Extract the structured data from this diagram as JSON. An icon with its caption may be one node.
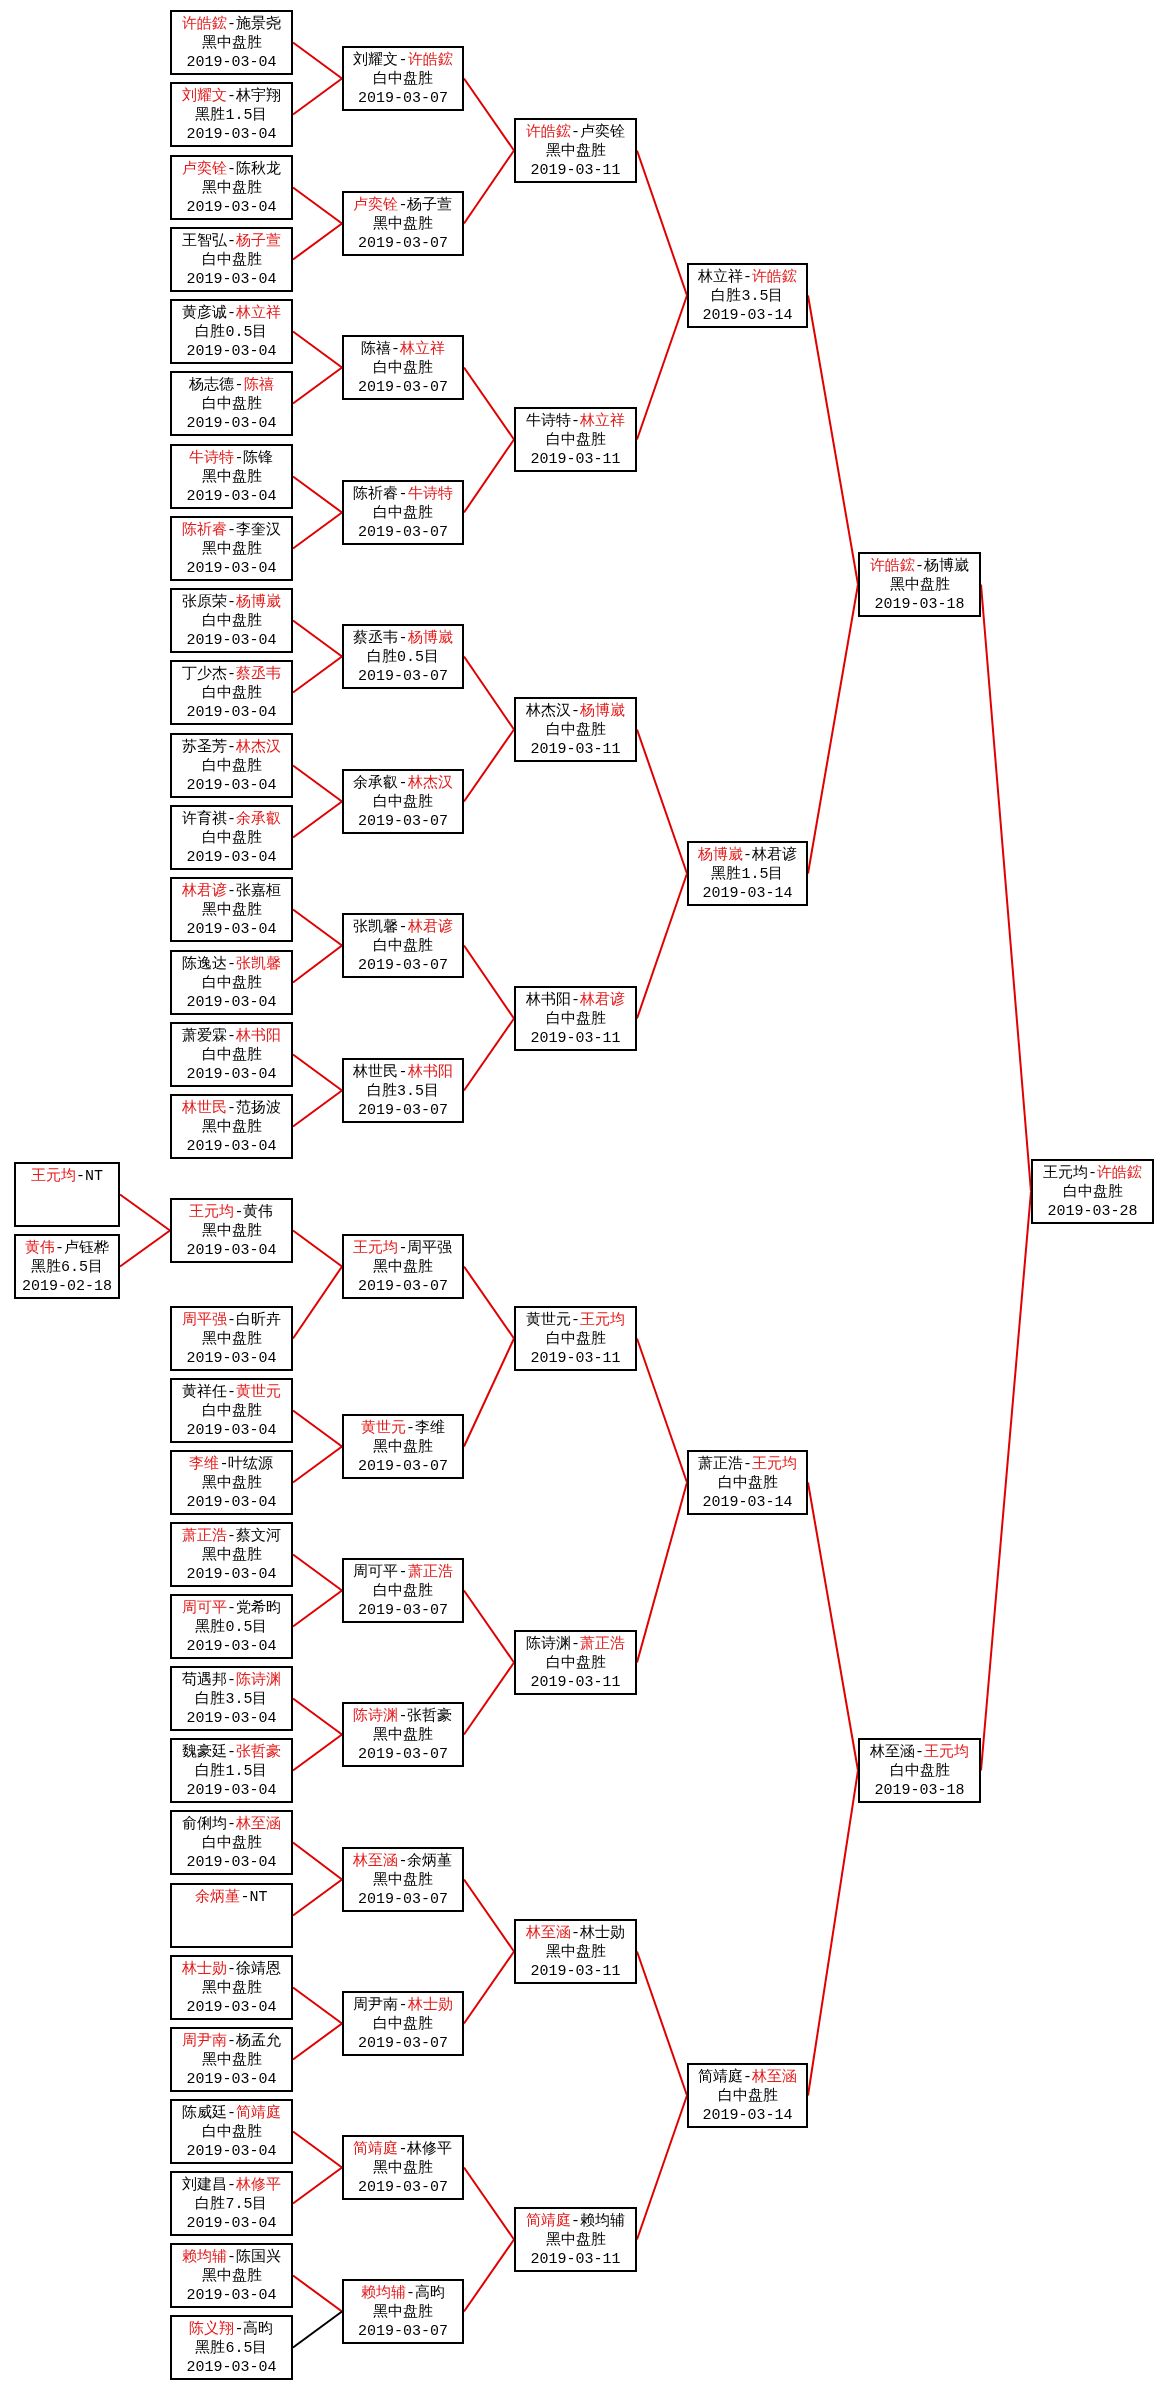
{
  "diagram": {
    "nodes": [
      {
        "text": [
          "**王元均**-NT"
        ]
      },
      {
        "text": [
          "**黄伟**-卢钰桦",
          "黑胜6.5目",
          "2019-02-18"
        ]
      },
      {
        "text": [
          "**许皓鋐**-施景尧",
          "黑中盘胜",
          "2019-03-04"
        ]
      },
      {
        "text": [
          "**刘耀文**-林宇翔",
          "黑胜1.5目",
          "2019-03-04"
        ]
      },
      {
        "text": [
          "**卢奕铨**-陈秋龙",
          "黑中盘胜",
          "2019-03-04"
        ]
      },
      {
        "text": [
          "王智弘-**杨子萱**",
          "白中盘胜",
          "2019-03-04"
        ]
      },
      {
        "text": [
          "黄彦诚-**林立祥**",
          "白胜0.5目",
          "2019-03-04"
        ]
      },
      {
        "text": [
          "杨志德-**陈禧**",
          "白中盘胜",
          "2019-03-04"
        ]
      },
      {
        "text": [
          "**牛诗特**-陈锋",
          "黑中盘胜",
          "2019-03-04"
        ]
      },
      {
        "text": [
          "**陈祈睿**-李奎汉",
          "黑中盘胜",
          "2019-03-04"
        ]
      },
      {
        "text": [
          "张原荣-**杨博崴**",
          "白中盘胜",
          "2019-03-04"
        ]
      },
      {
        "text": [
          "丁少杰-**蔡丞韦**",
          "白中盘胜",
          "2019-03-04"
        ]
      },
      {
        "text": [
          "苏圣芳-**林杰汉**",
          "白中盘胜",
          "2019-03-04"
        ]
      },
      {
        "text": [
          "许育祺-**余承叡**",
          "白中盘胜",
          "2019-03-04"
        ]
      },
      {
        "text": [
          "**林君谚**-张嘉桓",
          "黑中盘胜",
          "2019-03-04"
        ]
      },
      {
        "text": [
          "陈逸达-**张凯馨**",
          "白中盘胜",
          "2019-03-04"
        ]
      },
      {
        "text": [
          "萧爱霖-**林书阳**",
          "白中盘胜",
          "2019-03-04"
        ]
      },
      {
        "text": [
          "**林世民**-范扬波",
          "黑中盘胜",
          "2019-03-04"
        ]
      },
      {
        "text": [
          "**王元均**-黄伟",
          "黑中盘胜",
          "2019-03-04"
        ]
      },
      {
        "text": [
          "**周平强**-白昕卉",
          "黑中盘胜",
          "2019-03-04"
        ]
      },
      {
        "text": [
          "黄祥任-**黄世元**",
          "白中盘胜",
          "2019-03-04"
        ]
      },
      {
        "text": [
          "**李维**-叶纮源",
          "黑中盘胜",
          "2019-03-04"
        ]
      },
      {
        "text": [
          "**萧正浩**-蔡文河",
          "黑中盘胜",
          "2019-03-04"
        ]
      },
      {
        "text": [
          "**周可平**-党希昀",
          "黑胜0.5目",
          "2019-03-04"
        ]
      },
      {
        "text": [
          "苟遇邦-**陈诗渊**",
          "白胜3.5目",
          "2019-03-04"
        ]
      },
      {
        "text": [
          "魏豪廷-**张哲豪**",
          "白胜1.5目",
          "2019-03-04"
        ]
      },
      {
        "text": [
          "俞俐均-**林至涵**",
          "白中盘胜",
          "2019-03-04"
        ]
      },
      {
        "text": [
          "**余炳堇**-NT"
        ]
      },
      {
        "text": [
          "**林士勋**-徐靖恩",
          "黑中盘胜",
          "2019-03-04"
        ]
      },
      {
        "text": [
          "**周尹南**-杨孟允",
          "黑中盘胜",
          "2019-03-04"
        ]
      },
      {
        "text": [
          "陈威廷-**简靖庭**",
          "白中盘胜",
          "2019-03-04"
        ]
      },
      {
        "text": [
          "刘建昌-**林修平**",
          "白胜7.5目",
          "2019-03-04"
        ]
      },
      {
        "text": [
          "**赖均辅**-陈国兴",
          "黑中盘胜",
          "2019-03-04"
        ]
      },
      {
        "text": [
          "**陈义翔**-高昀",
          "黑胜6.5目",
          "2019-03-04"
        ]
      },
      {
        "text": [
          "刘耀文-**许皓鋐**",
          "白中盘胜",
          "2019-03-07"
        ]
      },
      {
        "text": [
          "**卢奕铨**-杨子萱",
          "黑中盘胜",
          "2019-03-07"
        ]
      },
      {
        "text": [
          "陈禧-**林立祥**",
          "白中盘胜",
          "2019-03-07"
        ]
      },
      {
        "text": [
          "陈祈睿-**牛诗特**",
          "白中盘胜",
          "2019-03-07"
        ]
      },
      {
        "text": [
          "蔡丞韦-**杨博崴**",
          "白胜0.5目",
          "2019-03-07"
        ]
      },
      {
        "text": [
          "余承叡-**林杰汉**",
          "白中盘胜",
          "2019-03-07"
        ]
      },
      {
        "text": [
          "张凯馨-**林君谚**",
          "白中盘胜",
          "2019-03-07"
        ]
      },
      {
        "text": [
          "林世民-**林书阳**",
          "白胜3.5目",
          "2019-03-07"
        ]
      },
      {
        "text": [
          "**王元均**-周平强",
          "黑中盘胜",
          "2019-03-07"
        ]
      },
      {
        "text": [
          "**黄世元**-李维",
          "黑中盘胜",
          "2019-03-07"
        ]
      },
      {
        "text": [
          "周可平-**萧正浩**",
          "白中盘胜",
          "2019-03-07"
        ]
      },
      {
        "text": [
          "**陈诗渊**-张哲豪",
          "黑中盘胜",
          "2019-03-07"
        ]
      },
      {
        "text": [
          "**林至涵**-余炳堇",
          "黑中盘胜",
          "2019-03-07"
        ]
      },
      {
        "text": [
          "周尹南-**林士勋**",
          "白中盘胜",
          "2019-03-07"
        ]
      },
      {
        "text": [
          "**简靖庭**-林修平",
          "黑中盘胜",
          "2019-03-07"
        ]
      },
      {
        "text": [
          "**赖均辅**-高昀",
          "黑中盘胜",
          "2019-03-07"
        ]
      },
      {
        "text": [
          "**许皓鋐**-卢奕铨",
          "黑中盘胜",
          "2019-03-11"
        ]
      },
      {
        "text": [
          "牛诗特-**林立祥**",
          "白中盘胜",
          "2019-03-11"
        ]
      },
      {
        "text": [
          "林杰汉-**杨博崴**",
          "白中盘胜",
          "2019-03-11"
        ]
      },
      {
        "text": [
          "林书阳-**林君谚**",
          "白中盘胜",
          "2019-03-11"
        ]
      },
      {
        "text": [
          "黄世元-**王元均**",
          "白中盘胜",
          "2019-03-11"
        ]
      },
      {
        "text": [
          "陈诗渊-**萧正浩**",
          "白中盘胜",
          "2019-03-11"
        ]
      },
      {
        "text": [
          "**林至涵**-林士勋",
          "黑中盘胜",
          "2019-03-11"
        ]
      },
      {
        "text": [
          "**简靖庭**-赖均辅",
          "黑中盘胜",
          "2019-03-11"
        ]
      },
      {
        "text": [
          "林立祥-**许皓鋐**",
          "白胜3.5目",
          "2019-03-14"
        ]
      },
      {
        "text": [
          "**杨博崴**-林君谚",
          "黑胜1.5目",
          "2019-03-14"
        ]
      },
      {
        "text": [
          "萧正浩-**王元均**",
          "白中盘胜",
          "2019-03-14"
        ]
      },
      {
        "text": [
          "简靖庭-**林至涵**",
          "白中盘胜",
          "2019-03-14"
        ]
      },
      {
        "text": [
          "**许皓鋐**-杨博崴",
          "黑中盘胜",
          "2019-03-18"
        ]
      },
      {
        "text": [
          "林至涵-**王元均**",
          "白中盘胜",
          "2019-03-18"
        ]
      },
      {
        "text": [
          "王元均-**许皓鋐**",
          "白中盘胜",
          "2019-03-28"
        ]
      }
    ],
    "edges": [
      {
        "from": 0,
        "to": 18,
        "arrow": "none"
      },
      {
        "from": 1,
        "to": 18,
        "arrow": "none"
      },
      {
        "from": 2,
        "to": 34,
        "arrow": "none"
      },
      {
        "from": 3,
        "to": 34,
        "arrow": "none"
      },
      {
        "from": 4,
        "to": 35,
        "arrow": "none"
      },
      {
        "from": 5,
        "to": 35,
        "arrow": "none"
      },
      {
        "from": 6,
        "to": 36,
        "arrow": "none"
      },
      {
        "from": 7,
        "to": 36,
        "arrow": "none"
      },
      {
        "from": 8,
        "to": 37,
        "arrow": "none"
      },
      {
        "from": 9,
        "to": 37,
        "arrow": "none"
      },
      {
        "from": 10,
        "to": 38,
        "arrow": "none"
      },
      {
        "from": 11,
        "to": 38,
        "arrow": "none"
      },
      {
        "from": 12,
        "to": 39,
        "arrow": "none"
      },
      {
        "from": 13,
        "to": 39,
        "arrow": "none"
      },
      {
        "from": 14,
        "to": 40,
        "arrow": "none"
      },
      {
        "from": 15,
        "to": 40,
        "arrow": "none"
      },
      {
        "from": 16,
        "to": 41,
        "arrow": "none"
      },
      {
        "from": 17,
        "to": 41,
        "arrow": "none"
      },
      {
        "from": 18,
        "to": 42,
        "arrow": "none"
      },
      {
        "from": 19,
        "to": 42,
        "arrow": "none"
      },
      {
        "from": 20,
        "to": 43,
        "arrow": "none"
      },
      {
        "from": 21,
        "to": 43,
        "arrow": "none"
      },
      {
        "from": 22,
        "to": 44,
        "arrow": "none"
      },
      {
        "from": 23,
        "to": 44,
        "arrow": "none"
      },
      {
        "from": 24,
        "to": 45,
        "arrow": "none"
      },
      {
        "from": 25,
        "to": 45,
        "arrow": "none"
      },
      {
        "from": 26,
        "to": 46,
        "arrow": "none"
      },
      {
        "from": 27,
        "to": 46,
        "arrow": "none"
      },
      {
        "from": 28,
        "to": 47,
        "arrow": "none"
      },
      {
        "from": 29,
        "to": 47,
        "arrow": "none"
      },
      {
        "from": 30,
        "to": 48,
        "arrow": "none"
      },
      {
        "from": 31,
        "to": 48,
        "arrow": "none"
      },
      {
        "from": 32,
        "to": 49,
        "arrow": "none"
      },
      {
        "from": 33,
        "to": 49,
        "arrow": "none",
        "color": "#000000"
      },
      {
        "from": 34,
        "to": 50,
        "arrow": "none"
      },
      {
        "from": 35,
        "to": 50,
        "arrow": "none"
      },
      {
        "from": 36,
        "to": 51,
        "arrow": "none"
      },
      {
        "from": 37,
        "to": 51,
        "arrow": "none"
      },
      {
        "from": 38,
        "to": 52,
        "arrow": "none"
      },
      {
        "from": 39,
        "to": 52,
        "arrow": "none"
      },
      {
        "from": 40,
        "to": 53,
        "arrow": "none"
      },
      {
        "from": 41,
        "to": 53,
        "arrow": "none"
      },
      {
        "from": 42,
        "to": 54,
        "arrow": "none"
      },
      {
        "from": 43,
        "to": 54,
        "arrow": "none"
      },
      {
        "from": 44,
        "to": 55,
        "arrow": "none"
      },
      {
        "from": 45,
        "to": 55,
        "arrow": "none"
      },
      {
        "from": 46,
        "to": 56,
        "arrow": "none"
      },
      {
        "from": 47,
        "to": 56,
        "arrow": "none"
      },
      {
        "from": 48,
        "to": 57,
        "arrow": "none"
      },
      {
        "from": 49,
        "to": 57,
        "arrow": "none"
      },
      {
        "from": 50,
        "to": 58,
        "arrow": "none"
      },
      {
        "from": 51,
        "to": 58,
        "arrow": "none"
      },
      {
        "from": 52,
        "to": 59,
        "arrow": "none"
      },
      {
        "from": 53,
        "to": 59,
        "arrow": "none"
      },
      {
        "from": 54,
        "to": 60,
        "arrow": "none"
      },
      {
        "from": 55,
        "to": 60,
        "arrow": "none"
      },
      {
        "from": 56,
        "to": 61,
        "arrow": "none"
      },
      {
        "from": 57,
        "to": 61,
        "arrow": "none"
      },
      {
        "from": 58,
        "to": 62,
        "arrow": "none"
      },
      {
        "from": 59,
        "to": 62,
        "arrow": "none"
      },
      {
        "from": 60,
        "to": 63,
        "arrow": "none"
      },
      {
        "from": 61,
        "to": 63,
        "arrow": "none"
      },
      {
        "from": 62,
        "to": 64,
        "arrow": "none"
      },
      {
        "from": 63,
        "to": 64,
        "arrow": "none"
      }
    ]
  }
}
